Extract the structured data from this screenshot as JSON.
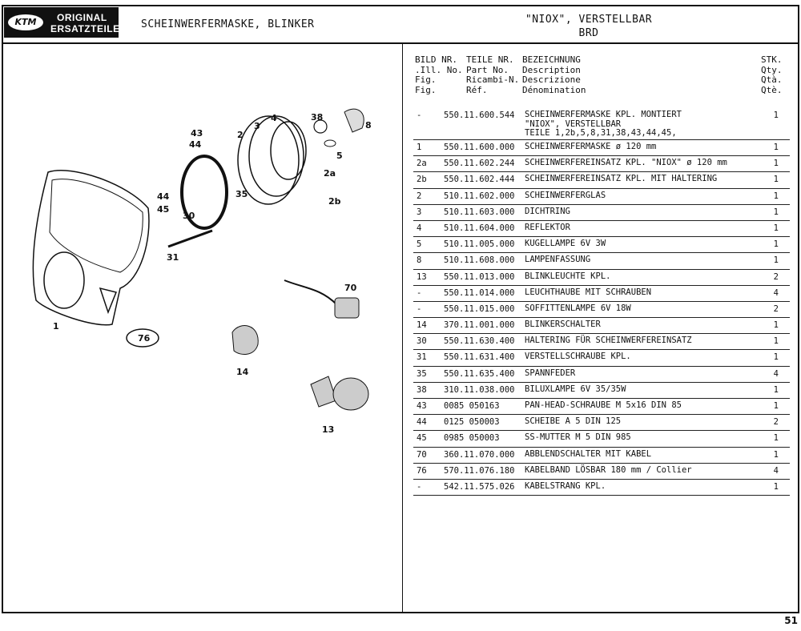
{
  "header": {
    "logo_line1": "ORIGINAL",
    "logo_line2": "ERSATZTEILE",
    "logo_mark": "KTM",
    "title": "SCHEINWERFERMASKE, BLINKER",
    "right_line1": "\"NIOX\", VERSTELLBAR",
    "right_line2": "BRD"
  },
  "columns": {
    "fig": "BILD NR.\n.Ill. No.\nFig.\nFig.",
    "part": "TEILE NR.\nPart No.\nRicambi-N.\nRéf.",
    "desc": "BEZEICHNUNG\nDescription\nDescrizione\nDénomination",
    "qty": "STK.\nQty.\nQtà.\nQtè."
  },
  "rows": [
    {
      "fig": "-",
      "part": "550.11.600.544",
      "desc": "SCHEINWERFERMASKE KPL. MONTIERT\n\"NIOX\", VERSTELLBAR\nTEILE 1,2b,5,8,31,38,43,44,45,",
      "qty": "1"
    },
    {
      "fig": "1",
      "part": "550.11.600.000",
      "desc": "SCHEINWERFERMASKE ø 120 mm",
      "qty": "1"
    },
    {
      "fig": "2a",
      "part": "550.11.602.244",
      "desc": "SCHEINWERFEREINSATZ KPL. \"NIOX\" ø 120 mm",
      "qty": "1"
    },
    {
      "fig": "2b",
      "part": "550.11.602.444",
      "desc": "SCHEINWERFEREINSATZ KPL. MIT HALTERING",
      "qty": "1"
    },
    {
      "fig": "2",
      "part": "510.11.602.000",
      "desc": "SCHEINWERFERGLAS",
      "qty": "1"
    },
    {
      "fig": "3",
      "part": "510.11.603.000",
      "desc": "DICHTRING",
      "qty": "1"
    },
    {
      "fig": "4",
      "part": "510.11.604.000",
      "desc": "REFLEKTOR",
      "qty": "1"
    },
    {
      "fig": "5",
      "part": "510.11.005.000",
      "desc": "KUGELLAMPE 6V 3W",
      "qty": "1"
    },
    {
      "fig": "8",
      "part": "510.11.608.000",
      "desc": "LAMPENFASSUNG",
      "qty": "1"
    },
    {
      "fig": "13",
      "part": "550.11.013.000",
      "desc": "BLINKLEUCHTE KPL.",
      "qty": "2"
    },
    {
      "fig": "-",
      "part": "550.11.014.000",
      "desc": "LEUCHTHAUBE MIT SCHRAUBEN",
      "qty": "4"
    },
    {
      "fig": "-",
      "part": "550.11.015.000",
      "desc": "SOFFITTENLAMPE 6V 18W",
      "qty": "2"
    },
    {
      "fig": "14",
      "part": "370.11.001.000",
      "desc": "BLINKERSCHALTER",
      "qty": "1"
    },
    {
      "fig": "30",
      "part": "550.11.630.400",
      "desc": "HALTERING FÜR SCHEINWERFEREINSATZ",
      "qty": "1"
    },
    {
      "fig": "31",
      "part": "550.11.631.400",
      "desc": "VERSTELLSCHRAUBE KPL.",
      "qty": "1"
    },
    {
      "fig": "35",
      "part": "550.11.635.400",
      "desc": "SPANNFEDER",
      "qty": "4"
    },
    {
      "fig": "38",
      "part": "310.11.038.000",
      "desc": "BILUXLAMPE 6V 35/35W",
      "qty": "1"
    },
    {
      "fig": "43",
      "part": "0085 050163",
      "desc": "PAN-HEAD-SCHRAUBE M 5x16 DIN 85",
      "qty": "1"
    },
    {
      "fig": "44",
      "part": "0125 050003",
      "desc": "SCHEIBE A 5 DIN 125",
      "qty": "2"
    },
    {
      "fig": "45",
      "part": "0985 050003",
      "desc": "SS-MUTTER M 5 DIN 985",
      "qty": "1"
    },
    {
      "fig": "70",
      "part": "360.11.070.000",
      "desc": "ABBLENDSCHALTER MIT KABEL",
      "qty": "1"
    },
    {
      "fig": "76",
      "part": "570.11.076.180",
      "desc": "KABELBAND LÖSBAR 180 mm / Collier",
      "qty": "4"
    },
    {
      "fig": "-",
      "part": "542.11.575.026",
      "desc": "KABELSTRANG KPL.",
      "qty": "1"
    }
  ],
  "diagram_labels": [
    "1",
    "2",
    "3",
    "4",
    "38",
    "8",
    "43",
    "44",
    "5",
    "2a",
    "2b",
    "35",
    "30",
    "44",
    "45",
    "31",
    "70",
    "76",
    "14",
    "13"
  ],
  "page_number": "51"
}
